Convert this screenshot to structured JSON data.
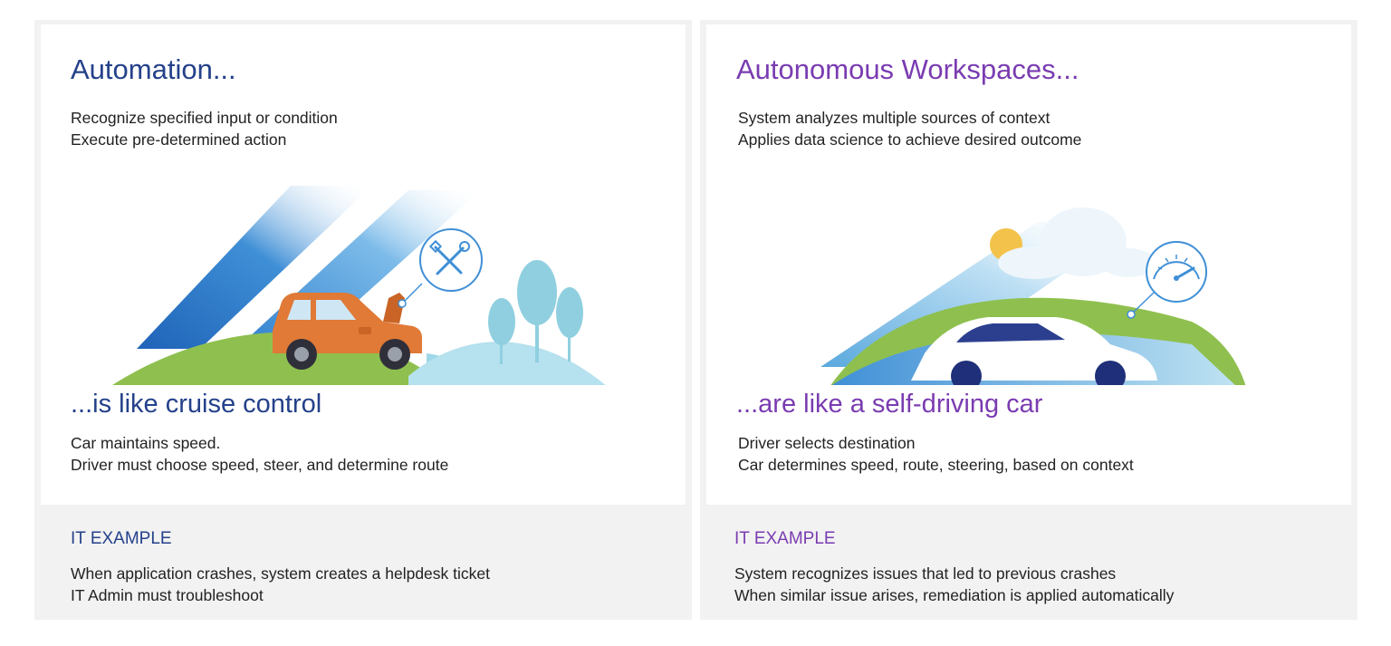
{
  "left": {
    "title": "Automation...",
    "description": [
      "Recognize specified input or condition",
      "Execute pre-determined action"
    ],
    "subtitle": "...is like cruise control",
    "analogy": [
      "Car maintains speed.",
      "Driver must choose speed, steer, and determine route"
    ],
    "example_label": "IT EXAMPLE",
    "example": [
      "When application crashes, system creates a helpdesk ticket",
      "IT Admin must troubleshoot"
    ],
    "illustration_icons": [
      "car-icon",
      "wrench-screwdriver-icon",
      "tree-icon"
    ]
  },
  "right": {
    "title": "Autonomous Workspaces...",
    "description": [
      "System analyzes multiple sources of context",
      "Applies data science to achieve desired outcome"
    ],
    "subtitle": "...are like a self-driving car",
    "analogy": [
      "Driver selects destination",
      "Car determines speed, route, steering, based on context"
    ],
    "example_label": "IT EXAMPLE",
    "example": [
      "System recognizes issues that led to previous crashes",
      "When similar issue arises, remediation is applied automatically"
    ],
    "illustration_icons": [
      "car-icon",
      "speedometer-icon",
      "sun-icon",
      "cloud-icon"
    ]
  },
  "colors": {
    "left_accent": "#24418a",
    "right_accent": "#7a3cb1",
    "panel_background": "#f2f2f2",
    "card_background": "#ffffff"
  }
}
